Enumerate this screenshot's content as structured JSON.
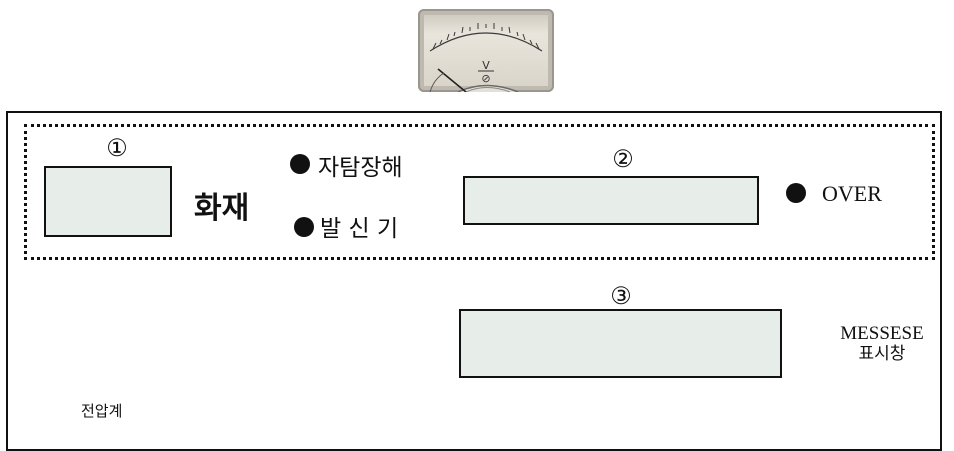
{
  "meter": {
    "icon": "voltmeter-icon",
    "unit_symbol": "V",
    "zero_symbol": "⊘"
  },
  "labels": {
    "box1_number": "①",
    "box2_number": "②",
    "box3_number": "③",
    "fire": "화재",
    "fault": "자탐장해",
    "transmitter": "발 신 기",
    "over": "OVER",
    "message_line1": "MESSESE",
    "message_line2": "표시창",
    "voltmeter": "전압계"
  },
  "colors": {
    "box_fill": "#e7eee9",
    "border": "#111111"
  }
}
